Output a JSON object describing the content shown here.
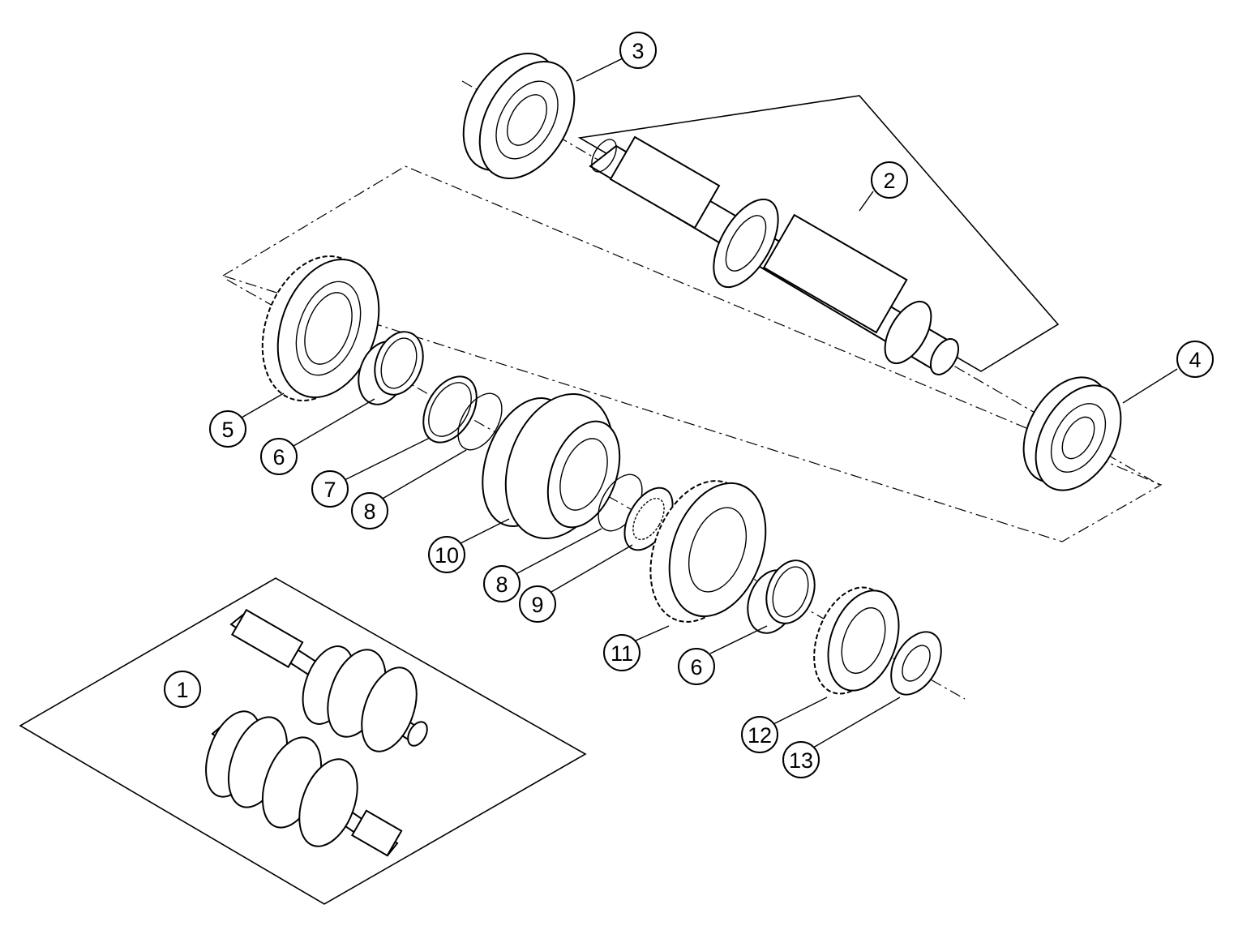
{
  "diagram": {
    "callouts": [
      {
        "id": "c1",
        "label": "1"
      },
      {
        "id": "c2",
        "label": "2"
      },
      {
        "id": "c3",
        "label": "3"
      },
      {
        "id": "c4",
        "label": "4"
      },
      {
        "id": "c5",
        "label": "5"
      },
      {
        "id": "c6a",
        "label": "6"
      },
      {
        "id": "c7",
        "label": "7"
      },
      {
        "id": "c8a",
        "label": "8"
      },
      {
        "id": "c10",
        "label": "10"
      },
      {
        "id": "c8b",
        "label": "8"
      },
      {
        "id": "c9",
        "label": "9"
      },
      {
        "id": "c11",
        "label": "11"
      },
      {
        "id": "c6b",
        "label": "6"
      },
      {
        "id": "c12",
        "label": "12"
      },
      {
        "id": "c13",
        "label": "13"
      }
    ]
  }
}
